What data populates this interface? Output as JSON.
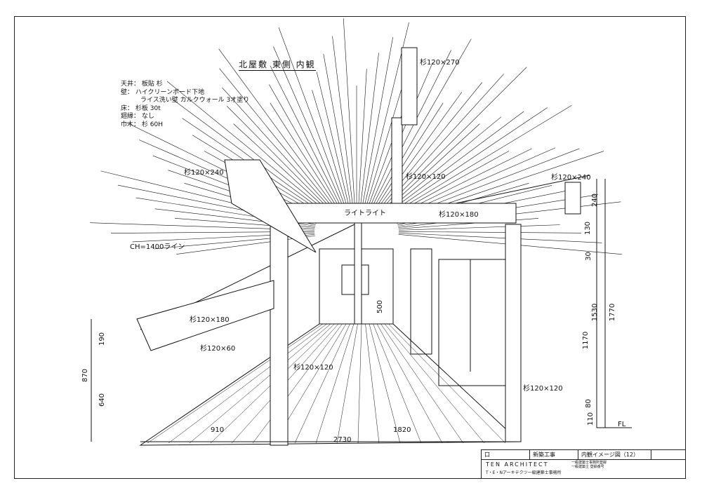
{
  "title": "北屋敷 東側 内観",
  "notes": [
    {
      "label": "天井：",
      "text": "板貼 杉"
    },
    {
      "label": "壁：",
      "text": "ハイクリーンボード下地"
    },
    {
      "label": "",
      "text": "ライス洗い壁 カルクウォール 3オ塗り"
    },
    {
      "label": "床：",
      "text": "杉板 30t"
    },
    {
      "label": "廻縁：",
      "text": "なし"
    },
    {
      "label": "巾木：",
      "text": "杉 60H"
    }
  ],
  "labels": {
    "beam_top": "杉120×270",
    "beam_left": "杉120×240",
    "beam_right": "杉120×240",
    "ridge_post": "杉120×120",
    "skylight": "ライトライト",
    "cross_beam": "杉120×180",
    "ch_line": "CH=1400ライン",
    "low_beam": "杉120×180",
    "small_post": "杉120×60",
    "post_center": "杉120×120",
    "post_right": "杉120×120",
    "h500": "500"
  },
  "dimensions": {
    "bottom": [
      "910",
      "1820",
      "2730"
    ],
    "left": [
      "190",
      "870",
      "640"
    ],
    "right": [
      "240",
      "130",
      "30",
      "1170",
      "1530",
      "1770",
      "80",
      "110"
    ],
    "fl": "FL"
  },
  "title_block": {
    "mark": "口",
    "project": "新築工事",
    "drawing": "内観イメージ図（12）",
    "brand": "TEN ARCHITECT",
    "office": "T・E・Nアーキテクツ一級建築士事務所",
    "address": [
      "一級建築士事務所登録",
      "一級建築士 登録番号"
    ]
  }
}
